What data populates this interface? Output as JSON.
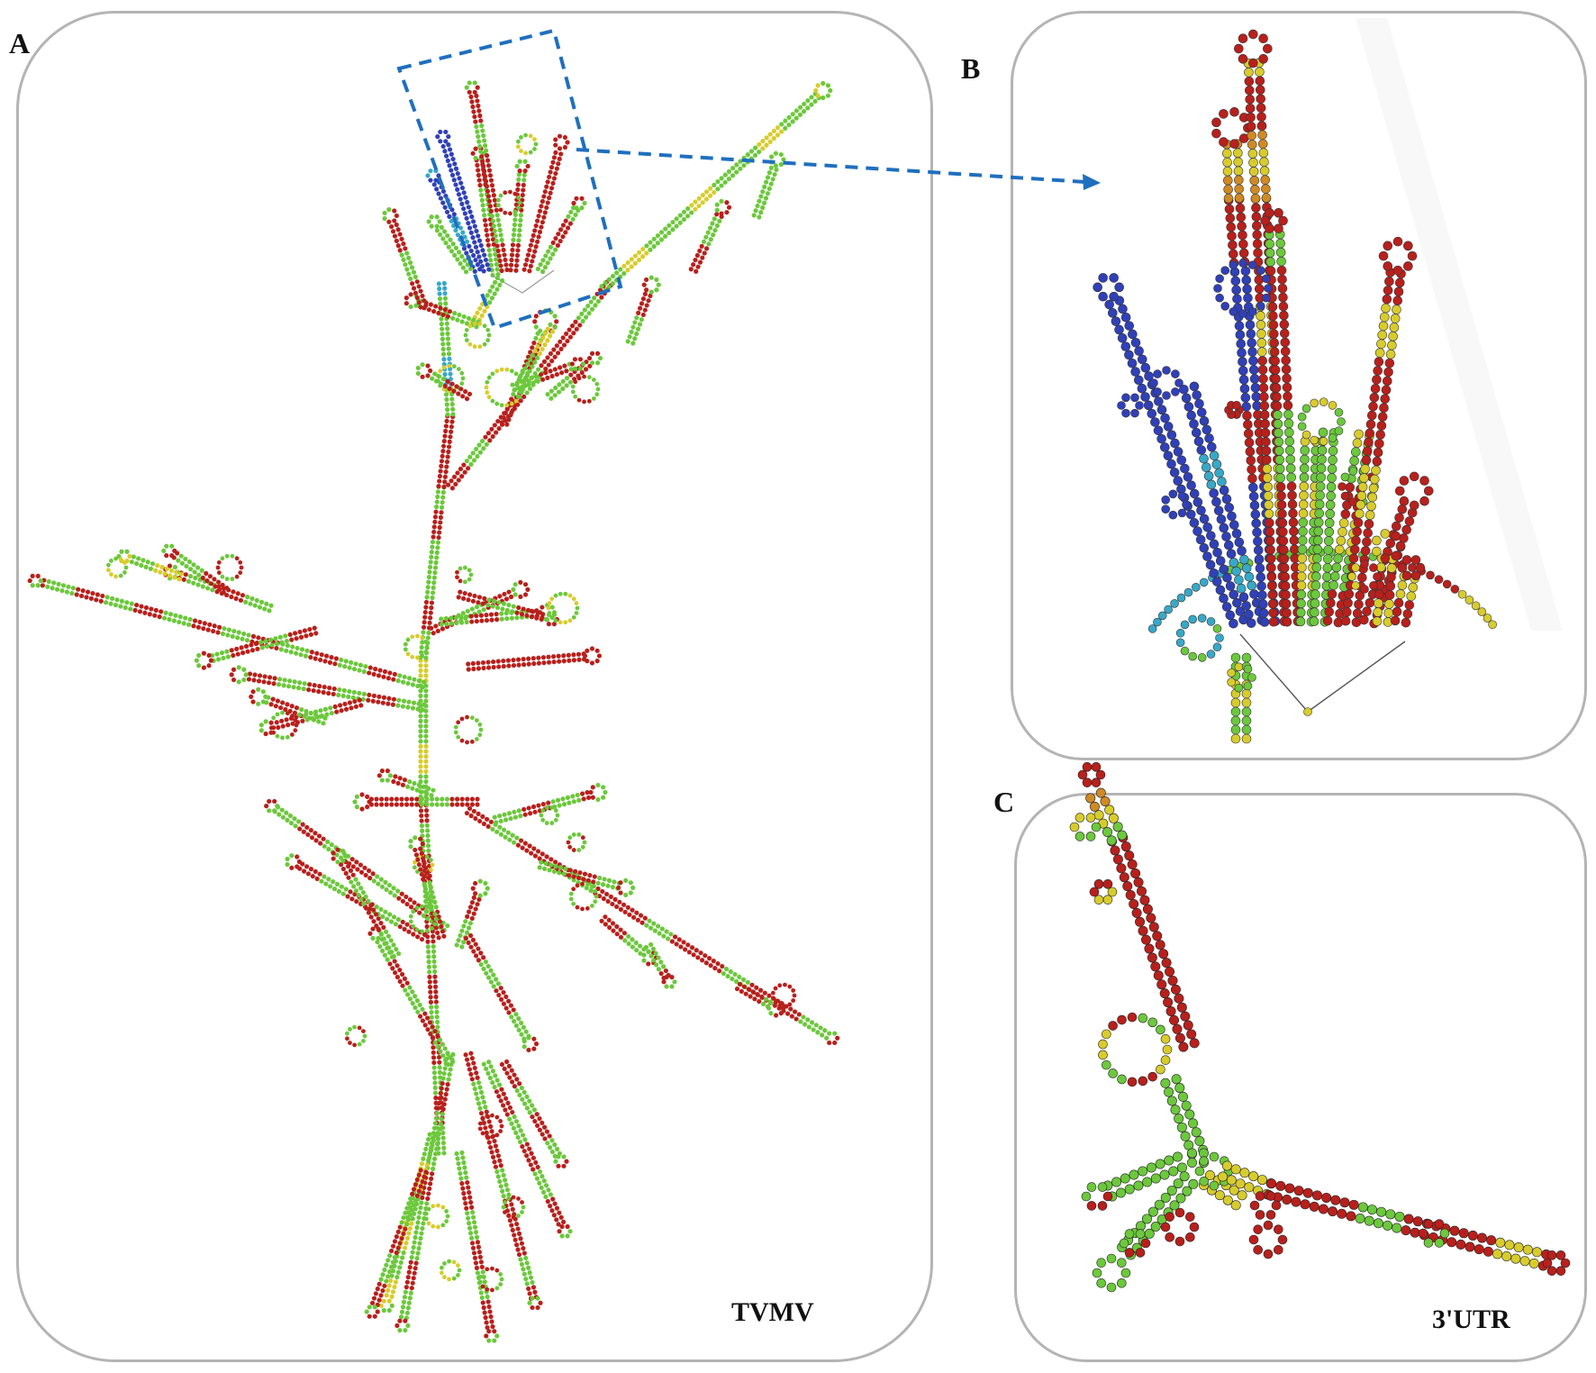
{
  "panels": {
    "a": {
      "label": "A",
      "caption": "TVMV"
    },
    "b": {
      "label": "B"
    },
    "c": {
      "label": "C",
      "caption": "3'UTR"
    }
  },
  "colors": {
    "panel_border": "#b4b4b4",
    "zoom_box": "#1f6fbf",
    "nucleotide_red": "#b8201c",
    "nucleotide_green": "#6cc83c",
    "nucleotide_yellow": "#d8cc2c",
    "nucleotide_orange": "#d08a24",
    "nucleotide_blue": "#3040b8",
    "nucleotide_cyan": "#38a8c8"
  }
}
